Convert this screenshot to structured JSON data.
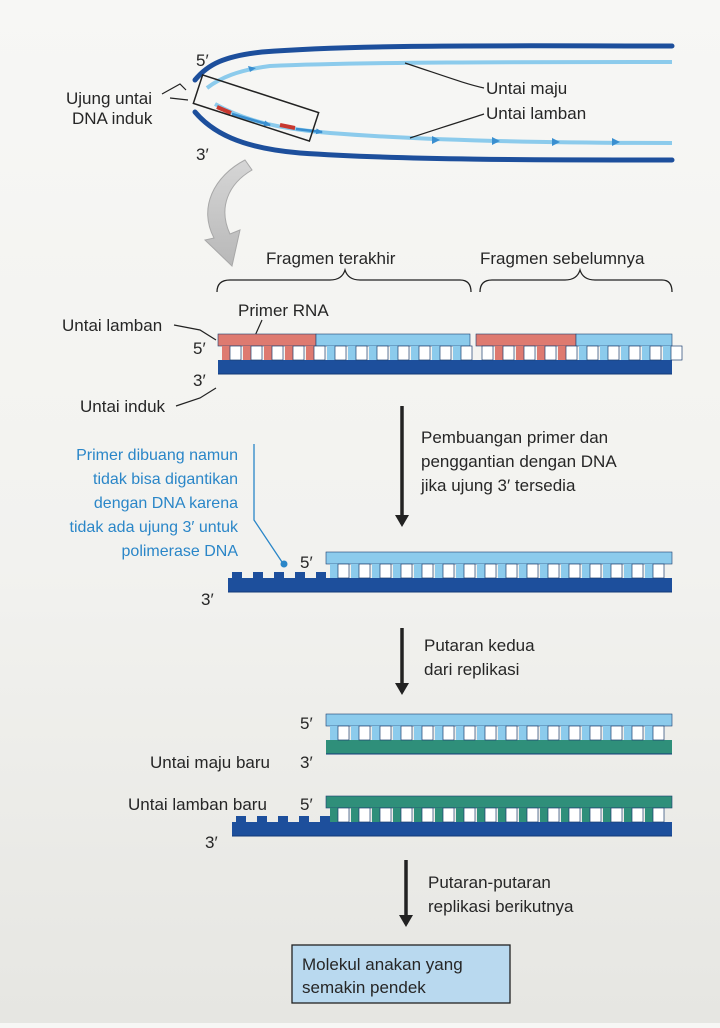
{
  "labels": {
    "five_prime": "5′",
    "three_prime": "3′",
    "ends_line1": "Ujung untai",
    "ends_line2": "DNA induk",
    "leading": "Untai maju",
    "lagging": "Untai lamban",
    "last_fragment": "Fragmen terakhir",
    "previous_fragment": "Fragmen sebelumnya",
    "primer_rna": "Primer RNA",
    "lagging_strand": "Untai lamban",
    "parent_strand": "Untai induk",
    "step1_line1": "Pembuangan primer dan",
    "step1_line2": "penggantian dengan DNA",
    "step1_line3": "jika ujung 3′ tersedia",
    "note_line1": "Primer dibuang namun",
    "note_line2": "tidak bisa digantikan",
    "note_line3": "dengan DNA karena",
    "note_line4": "tidak ada ujung 3′ untuk",
    "note_line5": "polimerase DNA",
    "step2_line1": "Putaran kedua",
    "step2_line2": "dari replikasi",
    "new_leading": "Untai maju baru",
    "new_lagging": "Untai lamban baru",
    "step3_line1": "Putaran-putaran",
    "step3_line2": "replikasi berikutnya",
    "result_line1": "Molekul anakan yang",
    "result_line2": "semakin pendek"
  },
  "colors": {
    "dark_blue": "#1d4f9c",
    "light_blue": "#8ccbec",
    "primer_red": "#de7a70",
    "teal": "#2f8f7a",
    "note_blue": "#2a86c8",
    "result_box": "#b9d9ef"
  }
}
